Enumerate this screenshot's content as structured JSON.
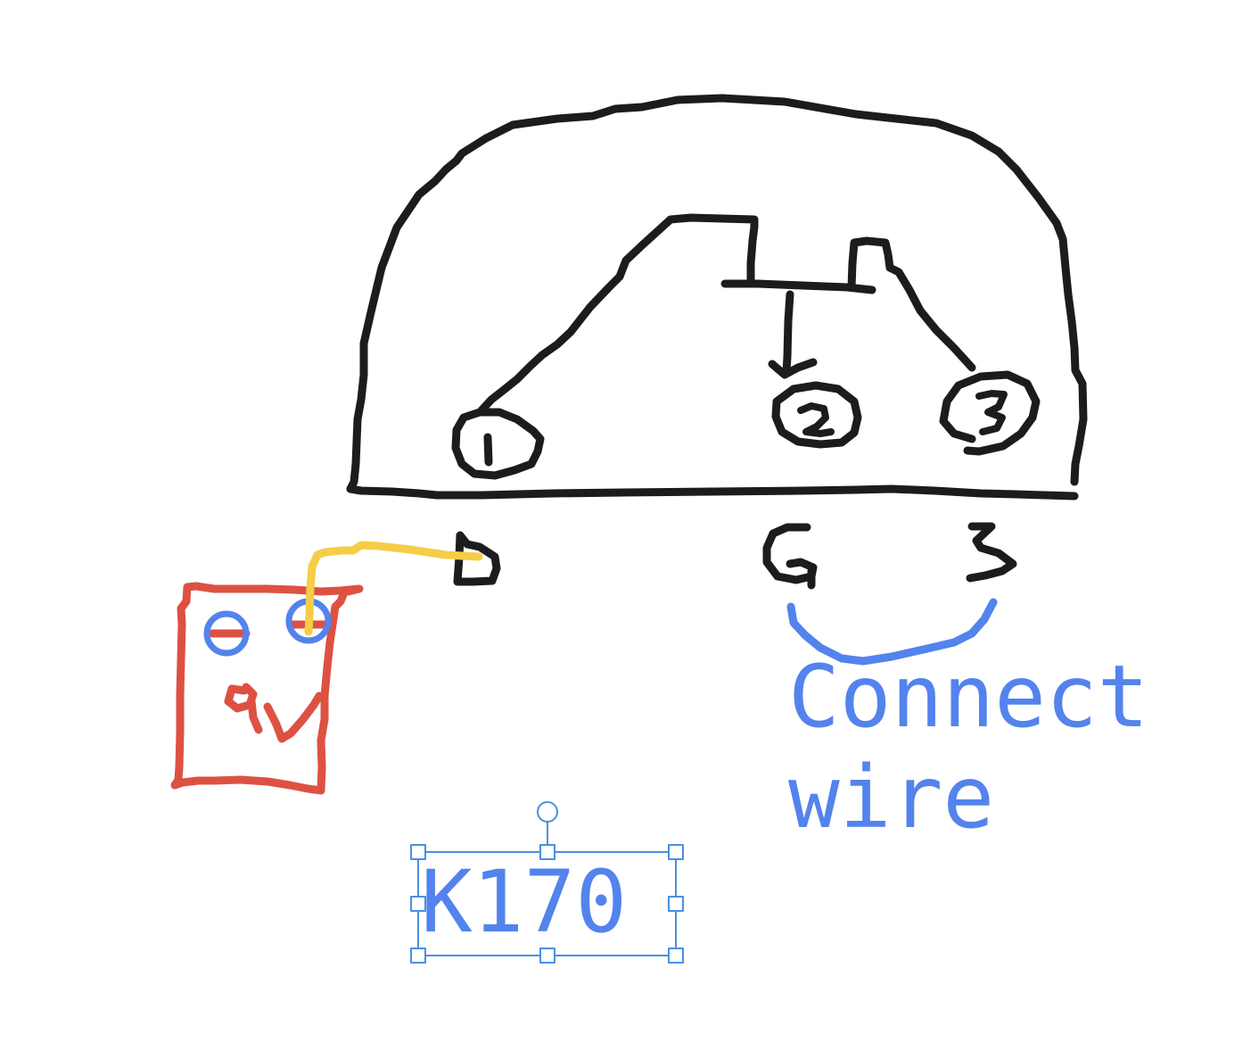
{
  "drawing": {
    "note": {
      "line1": "Connect",
      "line2": "wire"
    },
    "text_box": {
      "label": "K170",
      "selected": true
    },
    "colors": {
      "ink": "#1c1c1c",
      "battery": "#dd5143",
      "wire": "#f5cd47",
      "note": "#5383ec",
      "selection": "#4a90e2"
    }
  }
}
